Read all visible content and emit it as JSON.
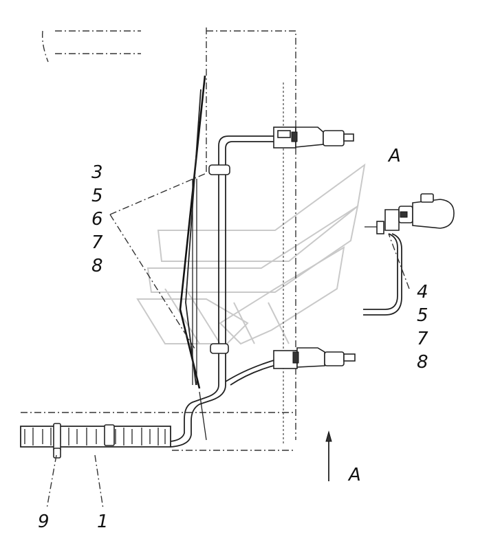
{
  "view_label_top": "A",
  "view_label_bottom": "A",
  "callouts": {
    "group_left": [
      "3",
      "5",
      "6",
      "7",
      "8"
    ],
    "group_right": [
      "4",
      "5",
      "7",
      "8"
    ],
    "bottom_left": "9",
    "bottom_center": "1"
  }
}
